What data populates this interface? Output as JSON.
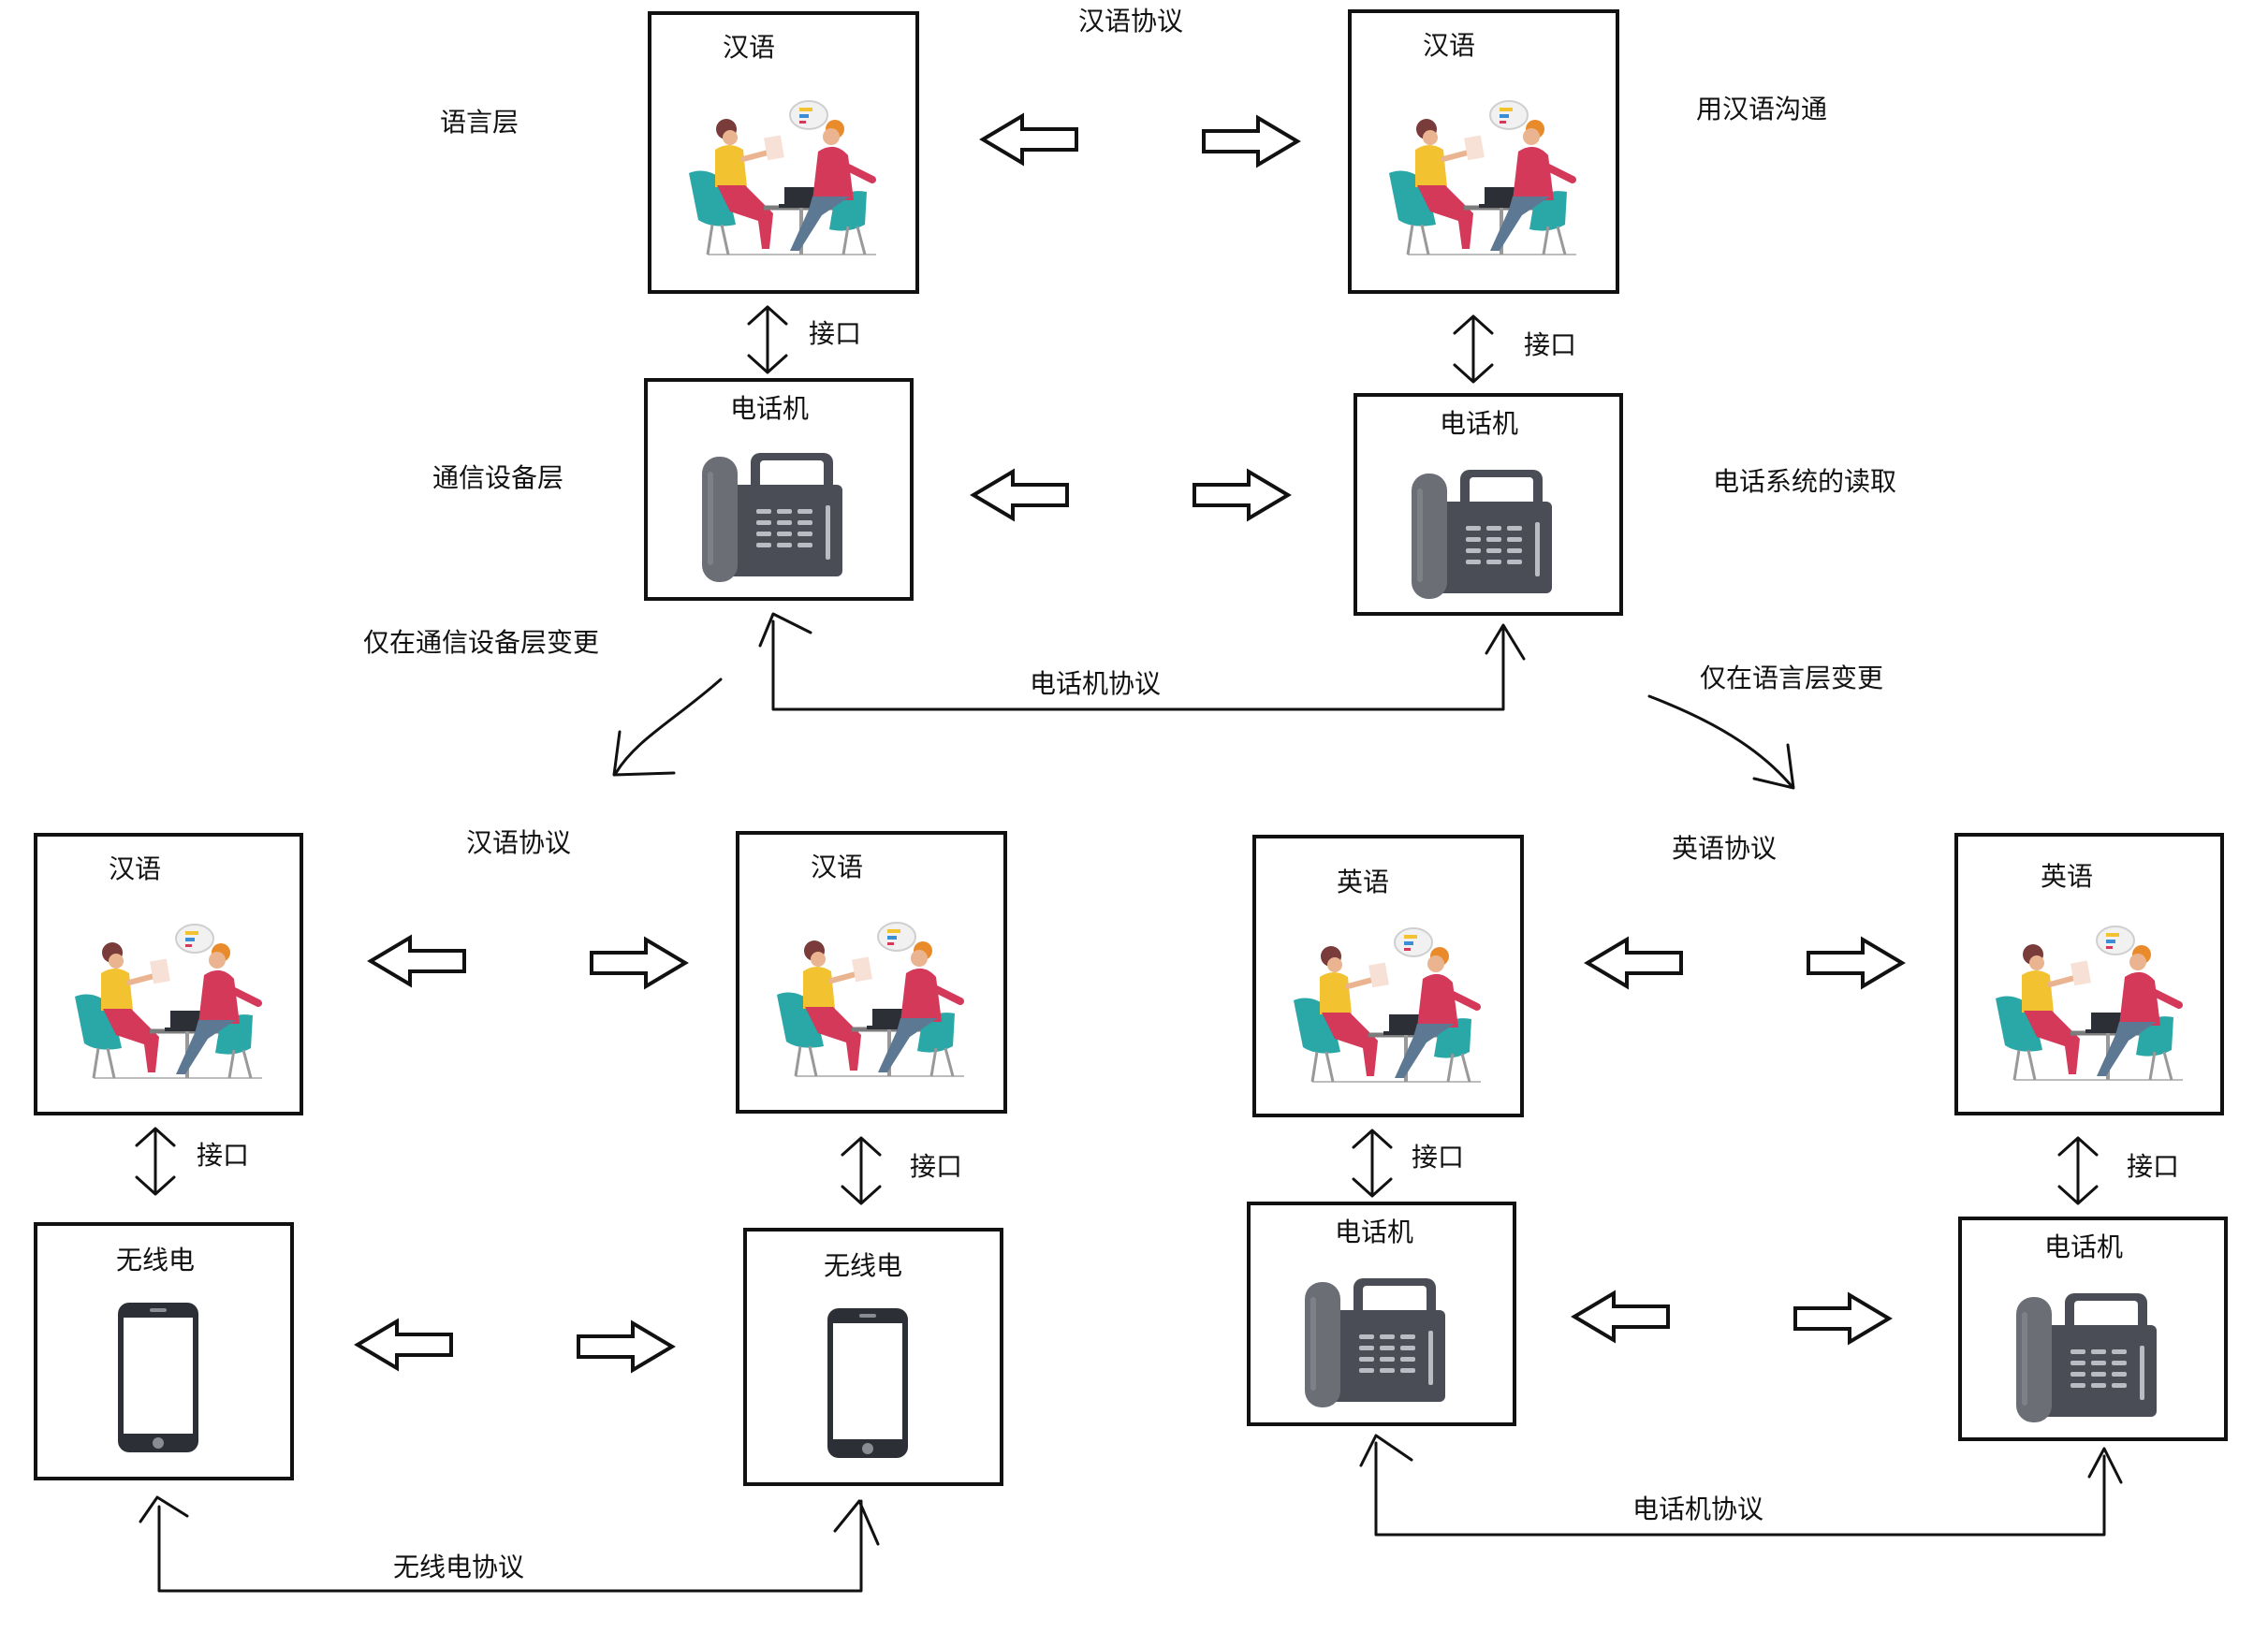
{
  "diagram": {
    "top": {
      "left_lang_title": "汉语",
      "right_lang_title": "汉语",
      "lang_protocol": "汉语协议",
      "left_iface": "接口",
      "right_iface": "接口",
      "left_dev_title": "电话机",
      "right_dev_title": "电话机",
      "dev_protocol": "电话机协议"
    },
    "side_labels": {
      "language_layer": "语言层",
      "device_layer": "通信设备层",
      "communicate_chinese": "用汉语沟通",
      "phone_system_read": "电话系统的读取"
    },
    "change_labels": {
      "device_only": "仅在通信设备层变更",
      "language_only": "仅在语言层变更"
    },
    "bottom_left": {
      "left_lang_title": "汉语",
      "right_lang_title": "汉语",
      "lang_protocol": "汉语协议",
      "left_iface": "接口",
      "right_iface": "接口",
      "left_dev_title": "无线电",
      "right_dev_title": "无线电",
      "dev_protocol": "无线电协议"
    },
    "bottom_right": {
      "left_lang_title": "英语",
      "right_lang_title": "英语",
      "lang_protocol": "英语协议",
      "left_iface": "接口",
      "right_iface": "接口",
      "left_dev_title": "电话机",
      "right_dev_title": "电话机",
      "dev_protocol": "电话机协议"
    },
    "icons": {
      "conversation": "people-conversation-icon",
      "phone": "desk-phone-icon",
      "mobile": "mobile-phone-icon"
    },
    "colors": {
      "seat": "#2aa7a7",
      "person_red": "#d4395a",
      "person_yellow": "#f2c230",
      "phone_dark": "#4a4d55",
      "phone_handset": "#6b6e75"
    }
  }
}
